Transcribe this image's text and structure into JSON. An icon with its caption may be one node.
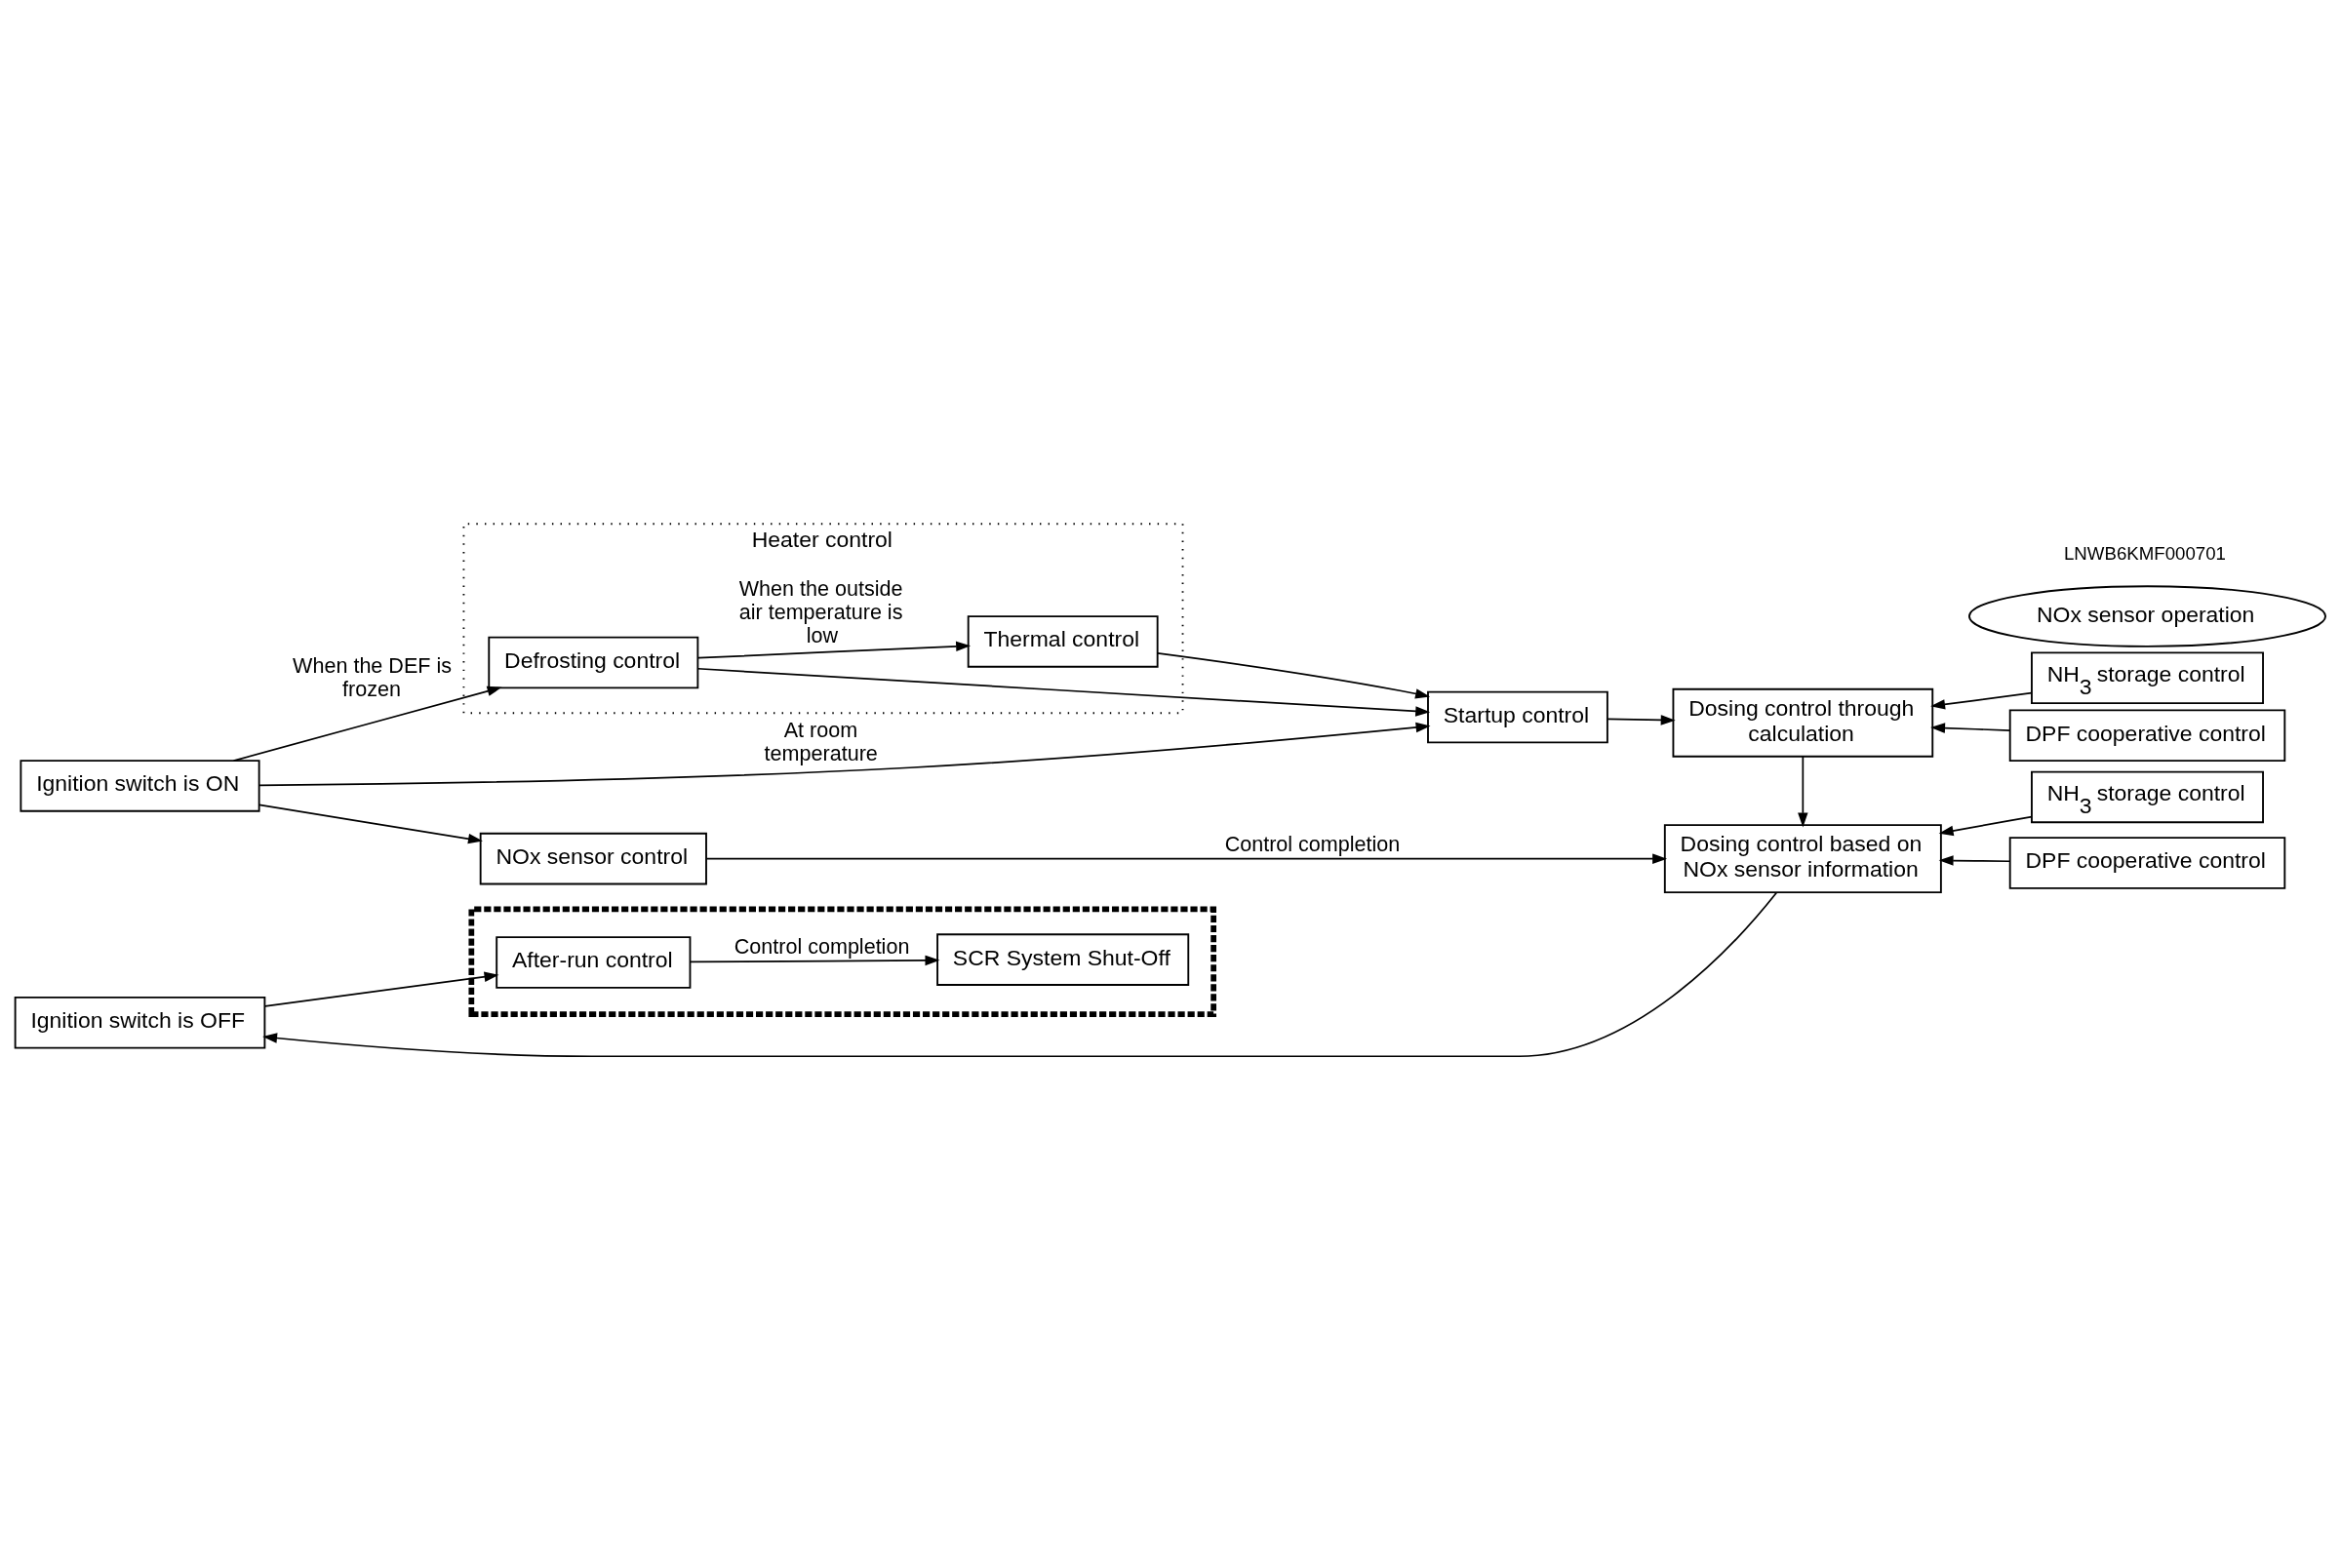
{
  "diagram": {
    "nodes": [
      {
        "text": [
          "Ignition switch is ON"
        ]
      },
      {
        "text": [
          "Heater control"
        ]
      },
      {
        "text": [
          "Defrosting control"
        ],
        "in": 1
      },
      {
        "text": [
          "Thermal control"
        ],
        "in": 1
      },
      {
        "text": [
          "Startup control"
        ]
      },
      {
        "text": [
          "Dosing control through calculation"
        ]
      },
      {
        "text": [
          "NH$_{3}$ storage control"
        ]
      },
      {
        "text": [
          "DPF cooperative control"
        ]
      },
      {
        "text": [
          "NOx sensor control"
        ]
      },
      {
        "text": [
          "NOx sensor operation"
        ]
      },
      {
        "text": [
          "Dosing control based on NOx sensor information"
        ]
      },
      {
        "text": [
          "NH$_{3}$ storage control"
        ]
      },
      {
        "text": [
          "DPF cooperative control"
        ]
      },
      {
        "text": [
          "Ignition switch is OFF"
        ]
      },
      {
        "text": [],
        "shape": "box"
      },
      {
        "text": [
          "After-run control"
        ],
        "in": 14
      },
      {
        "text": [
          "SCR System Shut-Off"
        ],
        "in": 14
      }
    ],
    "edges": [
      {
        "from": 0,
        "to": 2,
        "arrow": "to",
        "label": "When the DEF is frozen"
      },
      {
        "from": 2,
        "to": 3,
        "arrow": "to",
        "label": "When the outside air temperature is low"
      },
      {
        "from": 0,
        "to": 4,
        "arrow": "to",
        "label": "At room temperature"
      },
      {
        "from": 2,
        "to": 4,
        "arrow": "to"
      },
      {
        "from": 3,
        "to": 4,
        "arrow": "to"
      },
      {
        "from": 4,
        "to": 5,
        "arrow": "to"
      },
      {
        "from": 6,
        "to": 5,
        "arrow": "to"
      },
      {
        "from": 7,
        "to": 5,
        "arrow": "to"
      },
      {
        "from": 5,
        "to": 10,
        "arrow": "to"
      },
      {
        "from": 0,
        "to": 8,
        "arrow": "to"
      },
      {
        "from": 8,
        "to": 10,
        "arrow": "to",
        "label": "Control completion"
      },
      {
        "from": 11,
        "to": 10,
        "arrow": "to"
      },
      {
        "from": 12,
        "to": 10,
        "arrow": "to"
      },
      {
        "from": 10,
        "to": 13,
        "arrow": "to"
      },
      {
        "from": 13,
        "to": 15,
        "arrow": "to"
      },
      {
        "from": 15,
        "to": 16,
        "arrow": "to",
        "label": "Control completion"
      }
    ],
    "labels": [
      "LNWB6KMF000701"
    ]
  }
}
